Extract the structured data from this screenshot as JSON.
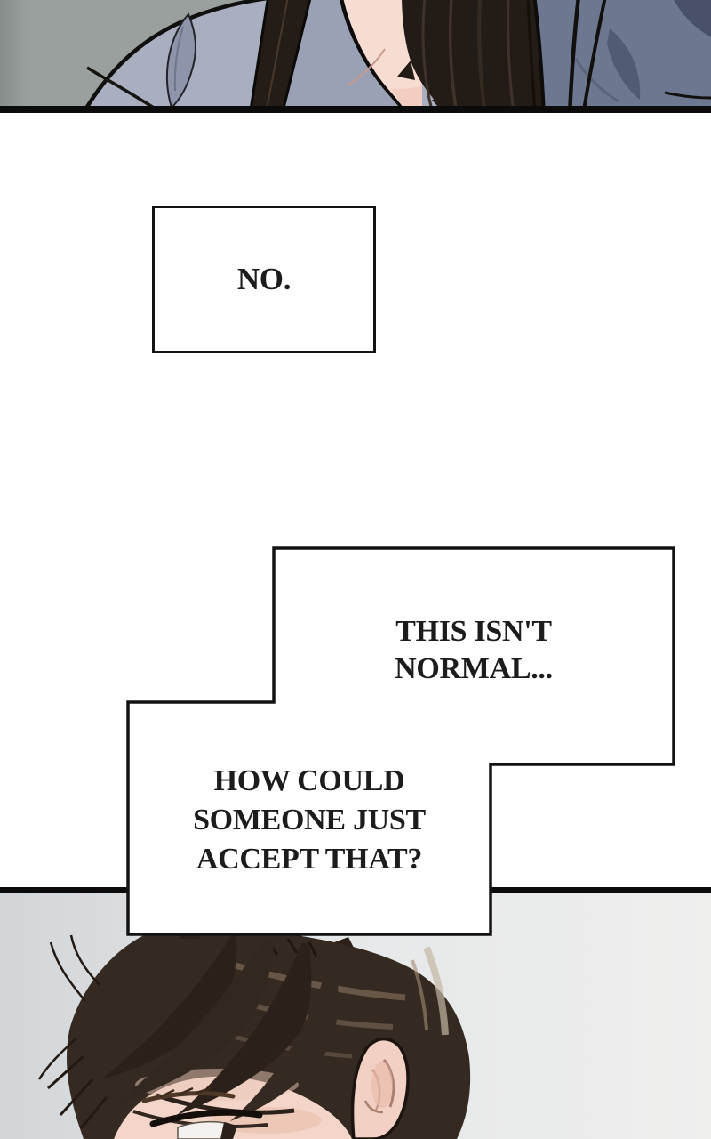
{
  "page": {
    "kind": "webtoon-comic-page",
    "background": "#ffffff"
  },
  "dialogue": {
    "no": "NO.",
    "this_isnt_normal": "THIS ISN'T\nNORMAL...",
    "how_could": "HOW COULD\nSOMEONE JUST\nACCEPT THAT?"
  },
  "colors": {
    "ink": "#131313",
    "paper": "#ffffff",
    "text": "#1c1c1c",
    "panel_top_background": "#9aa09e",
    "panel_top_shirt_light": "#a9afc1",
    "panel_top_shirt_dark": "#6d7890",
    "panel_top_skin": "#f7dcd2",
    "panel_top_hair": "#231b15",
    "panel_bottom_background_left": "#d5d8da",
    "panel_bottom_background_right": "#efefee",
    "panel_bottom_hair": "#352a22",
    "panel_bottom_hair_highlight": "#8a765f",
    "panel_bottom_skin": "#f3d6c9"
  }
}
